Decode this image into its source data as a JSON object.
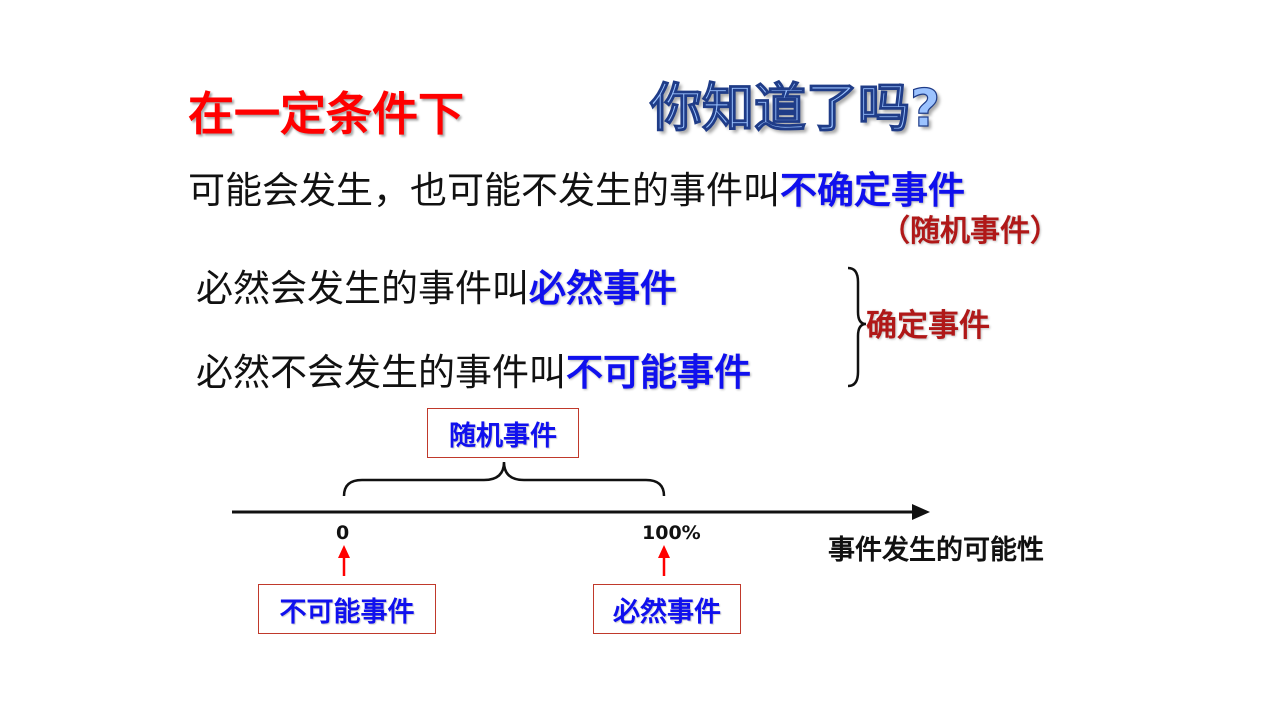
{
  "heading": {
    "condition": "在一定条件下",
    "question": "你知道了吗?"
  },
  "definitions": {
    "uncertain_prefix": "可能会发生，也可能不发生的事件叫",
    "uncertain_term": "不确定事件",
    "uncertain_alias": "（随机事件）",
    "certain_prefix": "必然会发生的事件叫",
    "certain_term": "必然事件",
    "impossible_prefix": "必然不会发生的事件叫",
    "impossible_term": "不可能事件",
    "group_label": "确定事件"
  },
  "diagram": {
    "random_label": "随机事件",
    "tick_zero": "0",
    "tick_full": "100%",
    "axis_label": "事件发生的可能性",
    "impossible_label": "不可能事件",
    "certain_label": "必然事件"
  },
  "colors": {
    "title_red": "#ff0000",
    "term_blue": "#1010ee",
    "group_red": "#b01818",
    "arrow_red": "#ff0000"
  }
}
